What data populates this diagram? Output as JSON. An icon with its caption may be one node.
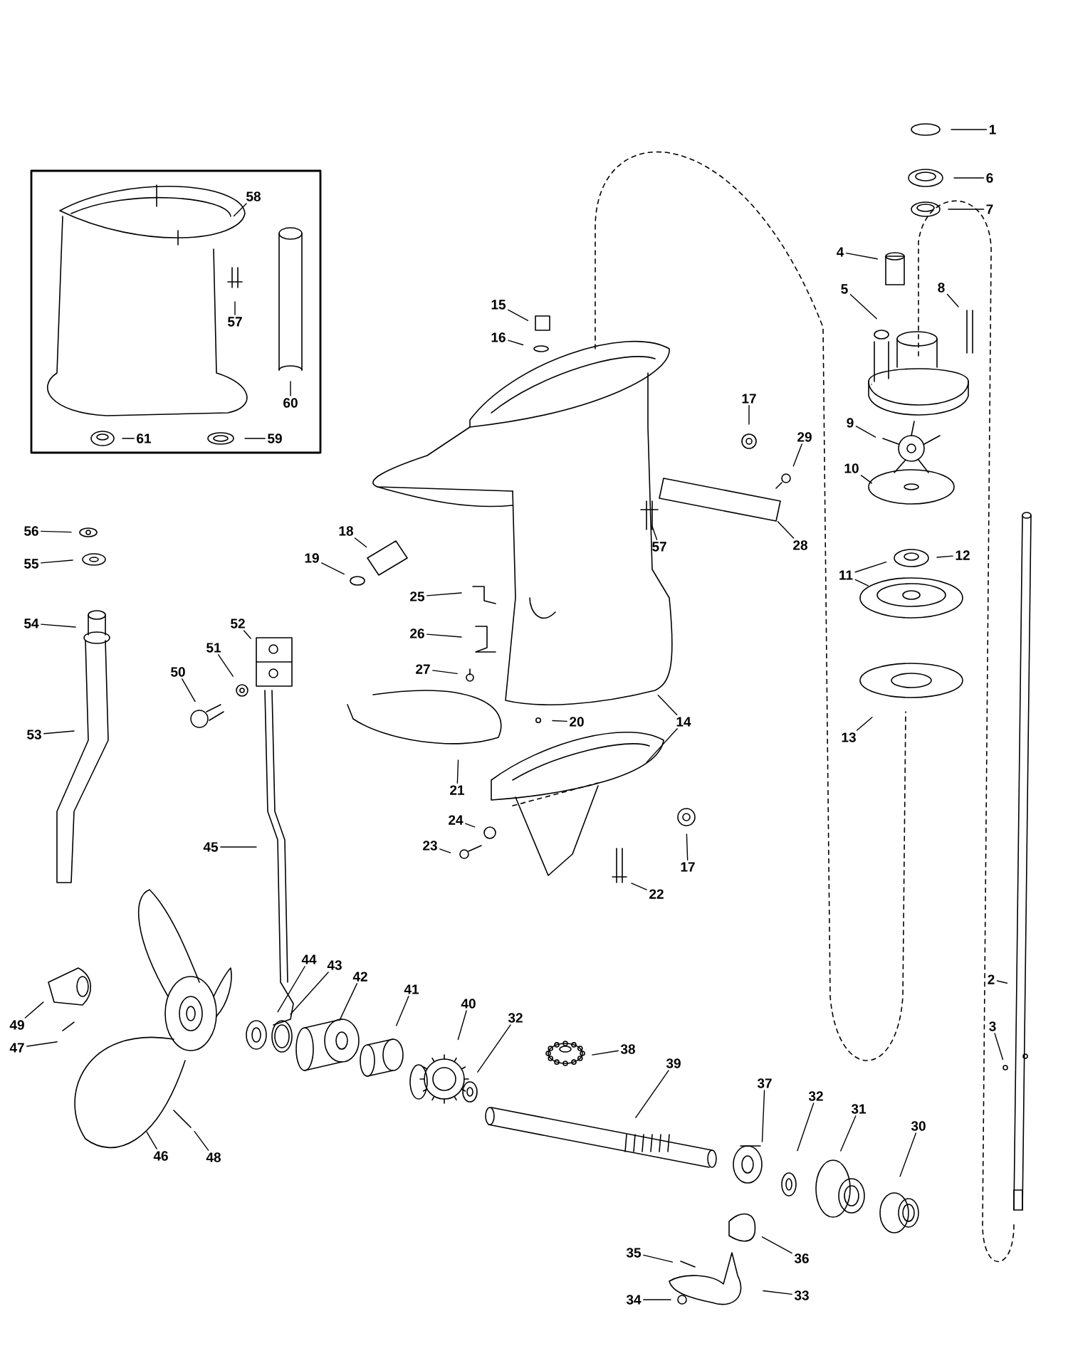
{
  "diagram": {
    "nodes": [
      {
        "text": [],
        "shape": "box"
      },
      {
        "text": [
          "58"
        ],
        "in": 0
      },
      {
        "text": [
          "57"
        ],
        "in": 0
      },
      {
        "text": [
          "60"
        ],
        "in": 0
      },
      {
        "text": [
          "61"
        ],
        "in": 0
      },
      {
        "text": [
          "59"
        ],
        "in": 0
      },
      {
        "text": [
          "1"
        ]
      },
      {
        "text": [
          "6"
        ]
      },
      {
        "text": [
          "7"
        ]
      },
      {
        "text": [
          "4"
        ]
      },
      {
        "text": [
          "8"
        ]
      },
      {
        "text": [
          "5"
        ]
      },
      {
        "text": [
          "15"
        ]
      },
      {
        "text": [
          "16"
        ]
      },
      {
        "text": [
          "17"
        ]
      },
      {
        "text": [
          "9"
        ]
      },
      {
        "text": [
          "29"
        ]
      },
      {
        "text": [
          "10"
        ]
      },
      {
        "text": [
          "18"
        ]
      },
      {
        "text": [
          "56"
        ]
      },
      {
        "text": [
          "57"
        ]
      },
      {
        "text": [
          "28"
        ]
      },
      {
        "text": [
          "12"
        ]
      },
      {
        "text": [
          "19"
        ]
      },
      {
        "text": [
          "55"
        ]
      },
      {
        "text": [
          "11"
        ]
      },
      {
        "text": [
          "25"
        ]
      },
      {
        "text": [
          "52"
        ]
      },
      {
        "text": [
          "54"
        ]
      },
      {
        "text": [
          "26"
        ]
      },
      {
        "text": [
          "51"
        ]
      },
      {
        "text": [
          "27"
        ]
      },
      {
        "text": [
          "50"
        ]
      },
      {
        "text": [
          "20"
        ]
      },
      {
        "text": [
          "14"
        ]
      },
      {
        "text": [
          "53"
        ]
      },
      {
        "text": [
          "13"
        ]
      },
      {
        "text": [
          "21"
        ]
      },
      {
        "text": [
          "24"
        ]
      },
      {
        "text": [
          "45"
        ]
      },
      {
        "text": [
          "23"
        ]
      },
      {
        "text": [
          "17"
        ]
      },
      {
        "text": [
          "22"
        ]
      },
      {
        "text": [
          "44"
        ]
      },
      {
        "text": [
          "43"
        ]
      },
      {
        "text": [
          "42"
        ]
      },
      {
        "text": [
          "2"
        ]
      },
      {
        "text": [
          "41"
        ]
      },
      {
        "text": [
          "40"
        ]
      },
      {
        "text": [
          "32"
        ]
      },
      {
        "text": [
          "49"
        ]
      },
      {
        "text": [
          "3"
        ]
      },
      {
        "text": [
          "47"
        ]
      },
      {
        "text": [
          "38"
        ]
      },
      {
        "text": [
          "39"
        ]
      },
      {
        "text": [
          "37"
        ]
      },
      {
        "text": [
          "32"
        ]
      },
      {
        "text": [
          "31"
        ]
      },
      {
        "text": [
          "30"
        ]
      },
      {
        "text": [
          "46"
        ]
      },
      {
        "text": [
          "48"
        ]
      },
      {
        "text": [
          "36"
        ]
      },
      {
        "text": [
          "35"
        ]
      },
      {
        "text": [
          "33"
        ]
      },
      {
        "text": [
          "34"
        ]
      }
    ],
    "edges": [
      {
        "from": 1,
        "to": null,
        "arrow": "none"
      },
      {
        "from": 2,
        "to": null,
        "arrow": "none"
      },
      {
        "from": 3,
        "to": null,
        "arrow": "none"
      },
      {
        "from": 4,
        "to": null,
        "arrow": "none"
      },
      {
        "from": 5,
        "to": null,
        "arrow": "none"
      },
      {
        "from": 6,
        "to": null,
        "arrow": "none"
      },
      {
        "from": 7,
        "to": null,
        "arrow": "none"
      },
      {
        "from": 8,
        "to": null,
        "arrow": "none"
      },
      {
        "from": 9,
        "to": null,
        "arrow": "none"
      },
      {
        "from": 10,
        "to": null,
        "arrow": "none"
      },
      {
        "from": 11,
        "to": null,
        "arrow": "none"
      },
      {
        "from": 12,
        "to": null,
        "arrow": "none"
      },
      {
        "from": 13,
        "to": null,
        "arrow": "none"
      },
      {
        "from": 14,
        "to": null,
        "arrow": "none"
      },
      {
        "from": 15,
        "to": null,
        "arrow": "none"
      },
      {
        "from": 16,
        "to": null,
        "arrow": "none"
      },
      {
        "from": 17,
        "to": null,
        "arrow": "none"
      },
      {
        "from": 18,
        "to": null,
        "arrow": "none"
      },
      {
        "from": 19,
        "to": null,
        "arrow": "none"
      },
      {
        "from": 20,
        "to": null,
        "arrow": "none"
      },
      {
        "from": 21,
        "to": null,
        "arrow": "none"
      },
      {
        "from": 22,
        "to": null,
        "arrow": "none"
      },
      {
        "from": 23,
        "to": null,
        "arrow": "none"
      },
      {
        "from": 24,
        "to": null,
        "arrow": "none"
      },
      {
        "from": 25,
        "to": null,
        "arrow": "none"
      },
      {
        "from": 25,
        "to": null,
        "arrow": "none"
      },
      {
        "from": 26,
        "to": null,
        "arrow": "none"
      },
      {
        "from": 27,
        "to": null,
        "arrow": "none"
      },
      {
        "from": 28,
        "to": null,
        "arrow": "none"
      },
      {
        "from": 29,
        "to": null,
        "arrow": "none"
      },
      {
        "from": 30,
        "to": null,
        "arrow": "none"
      },
      {
        "from": 31,
        "to": null,
        "arrow": "none"
      },
      {
        "from": 32,
        "to": null,
        "arrow": "none"
      },
      {
        "from": 33,
        "to": null,
        "arrow": "none"
      },
      {
        "from": 34,
        "to": null,
        "arrow": "none"
      },
      {
        "from": 34,
        "to": null,
        "arrow": "none"
      },
      {
        "from": 35,
        "to": null,
        "arrow": "none"
      },
      {
        "from": 36,
        "to": null,
        "arrow": "none"
      },
      {
        "from": 37,
        "to": null,
        "arrow": "none"
      },
      {
        "from": 38,
        "to": null,
        "arrow": "none"
      },
      {
        "from": 39,
        "to": null,
        "arrow": "none"
      },
      {
        "from": 40,
        "to": null,
        "arrow": "none"
      },
      {
        "from": 41,
        "to": null,
        "arrow": "none"
      },
      {
        "from": 42,
        "to": null,
        "arrow": "none"
      },
      {
        "from": 43,
        "to": null,
        "arrow": "none"
      },
      {
        "from": 44,
        "to": null,
        "arrow": "none"
      },
      {
        "from": 45,
        "to": null,
        "arrow": "none"
      },
      {
        "from": 46,
        "to": null,
        "arrow": "none"
      },
      {
        "from": 47,
        "to": null,
        "arrow": "none"
      },
      {
        "from": 48,
        "to": null,
        "arrow": "none"
      },
      {
        "from": 49,
        "to": null,
        "arrow": "none"
      },
      {
        "from": 50,
        "to": null,
        "arrow": "none"
      },
      {
        "from": 51,
        "to": null,
        "arrow": "none"
      },
      {
        "from": 52,
        "to": null,
        "arrow": "none"
      },
      {
        "from": 53,
        "to": null,
        "arrow": "none"
      },
      {
        "from": 54,
        "to": null,
        "arrow": "none"
      },
      {
        "from": 55,
        "to": null,
        "arrow": "none"
      },
      {
        "from": 56,
        "to": null,
        "arrow": "none"
      },
      {
        "from": 57,
        "to": null,
        "arrow": "none"
      },
      {
        "from": 58,
        "to": null,
        "arrow": "none"
      },
      {
        "from": 59,
        "to": null,
        "arrow": "none"
      },
      {
        "from": 60,
        "to": null,
        "arrow": "none"
      },
      {
        "from": 61,
        "to": null,
        "arrow": "none"
      },
      {
        "from": 62,
        "to": null,
        "arrow": "none"
      },
      {
        "from": 63,
        "to": null,
        "arrow": "none"
      },
      {
        "from": 64,
        "to": null,
        "arrow": "none"
      }
    ]
  }
}
